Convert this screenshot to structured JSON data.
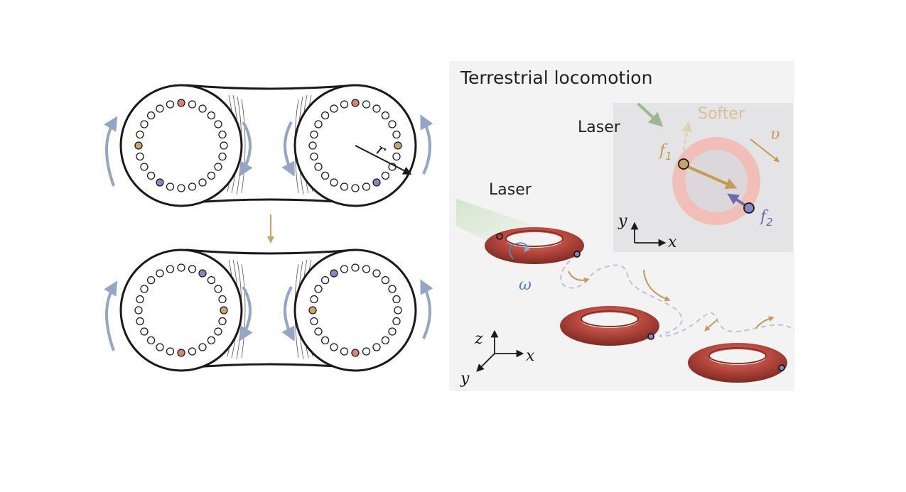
{
  "figure": {
    "colors": {
      "outline": "#1a1a1a",
      "rotation_arrow": "#93a6c6",
      "transition_arrow": "#c8a26a",
      "marker_red": "#d4867a",
      "marker_orange": "#c9a46c",
      "marker_purple": "#8a86c2",
      "panel_bg": "#f3f3f3",
      "inset_bg": "#e4e4e6",
      "torus_red": "#b8473d",
      "laser_green": "#cfe3c7",
      "force_orange": "#c69a55",
      "force_purple": "#6c6aac",
      "softer_label": "#d8bf97"
    },
    "left_panel": {
      "description_icon_top": "rotating-torus-cross-section-top",
      "description_icon_bottom": "rotating-torus-cross-section-bottom",
      "radius_label": "r"
    },
    "right_panel": {
      "title": "Terrestrial locomotion",
      "laser_label_inset": "Laser",
      "laser_label_main": "Laser",
      "softer_label": "Softer",
      "velocity_label": "υ",
      "f1_label": "f",
      "f1_sub": "1",
      "f2_label": "f",
      "f2_sub": "2",
      "inset_axis_y": "y",
      "inset_axis_x": "x",
      "omega_label": "ω",
      "axis_z": "z",
      "axis_x": "x",
      "axis_y": "y"
    }
  }
}
